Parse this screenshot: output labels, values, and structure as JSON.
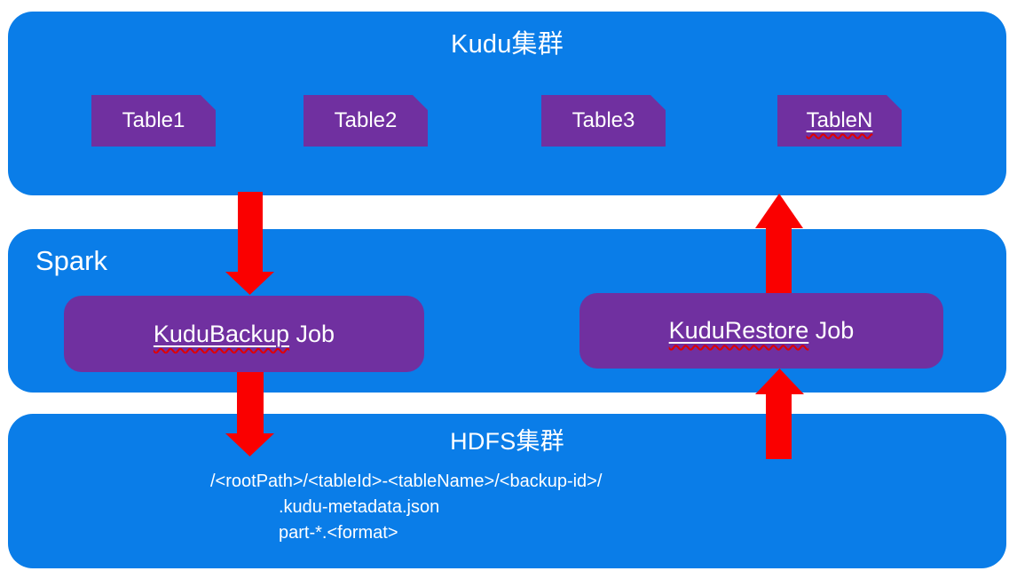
{
  "diagram": {
    "kudu": {
      "title": "Kudu集群",
      "tables": [
        "Table1",
        "Table2",
        "Table3",
        "TableN"
      ]
    },
    "spark": {
      "title": "Spark",
      "backup_job": {
        "name": "KuduBackup",
        "suffix": " Job"
      },
      "restore_job": {
        "name": "KuduRestore",
        "suffix": " Job"
      }
    },
    "hdfs": {
      "title": "HDFS集群",
      "path_lines": [
        "/<rootPath>/<tableId>-<tableName>/<backup-id>/",
        ".kudu-metadata.json",
        "part-*.<format>"
      ]
    },
    "colors": {
      "section_blue": "#0a7de8",
      "shape_purple": "#7030a0",
      "arrow_red": "#fa0000",
      "text_white": "#ffffff",
      "spellcheck_red": "#e10000"
    }
  }
}
